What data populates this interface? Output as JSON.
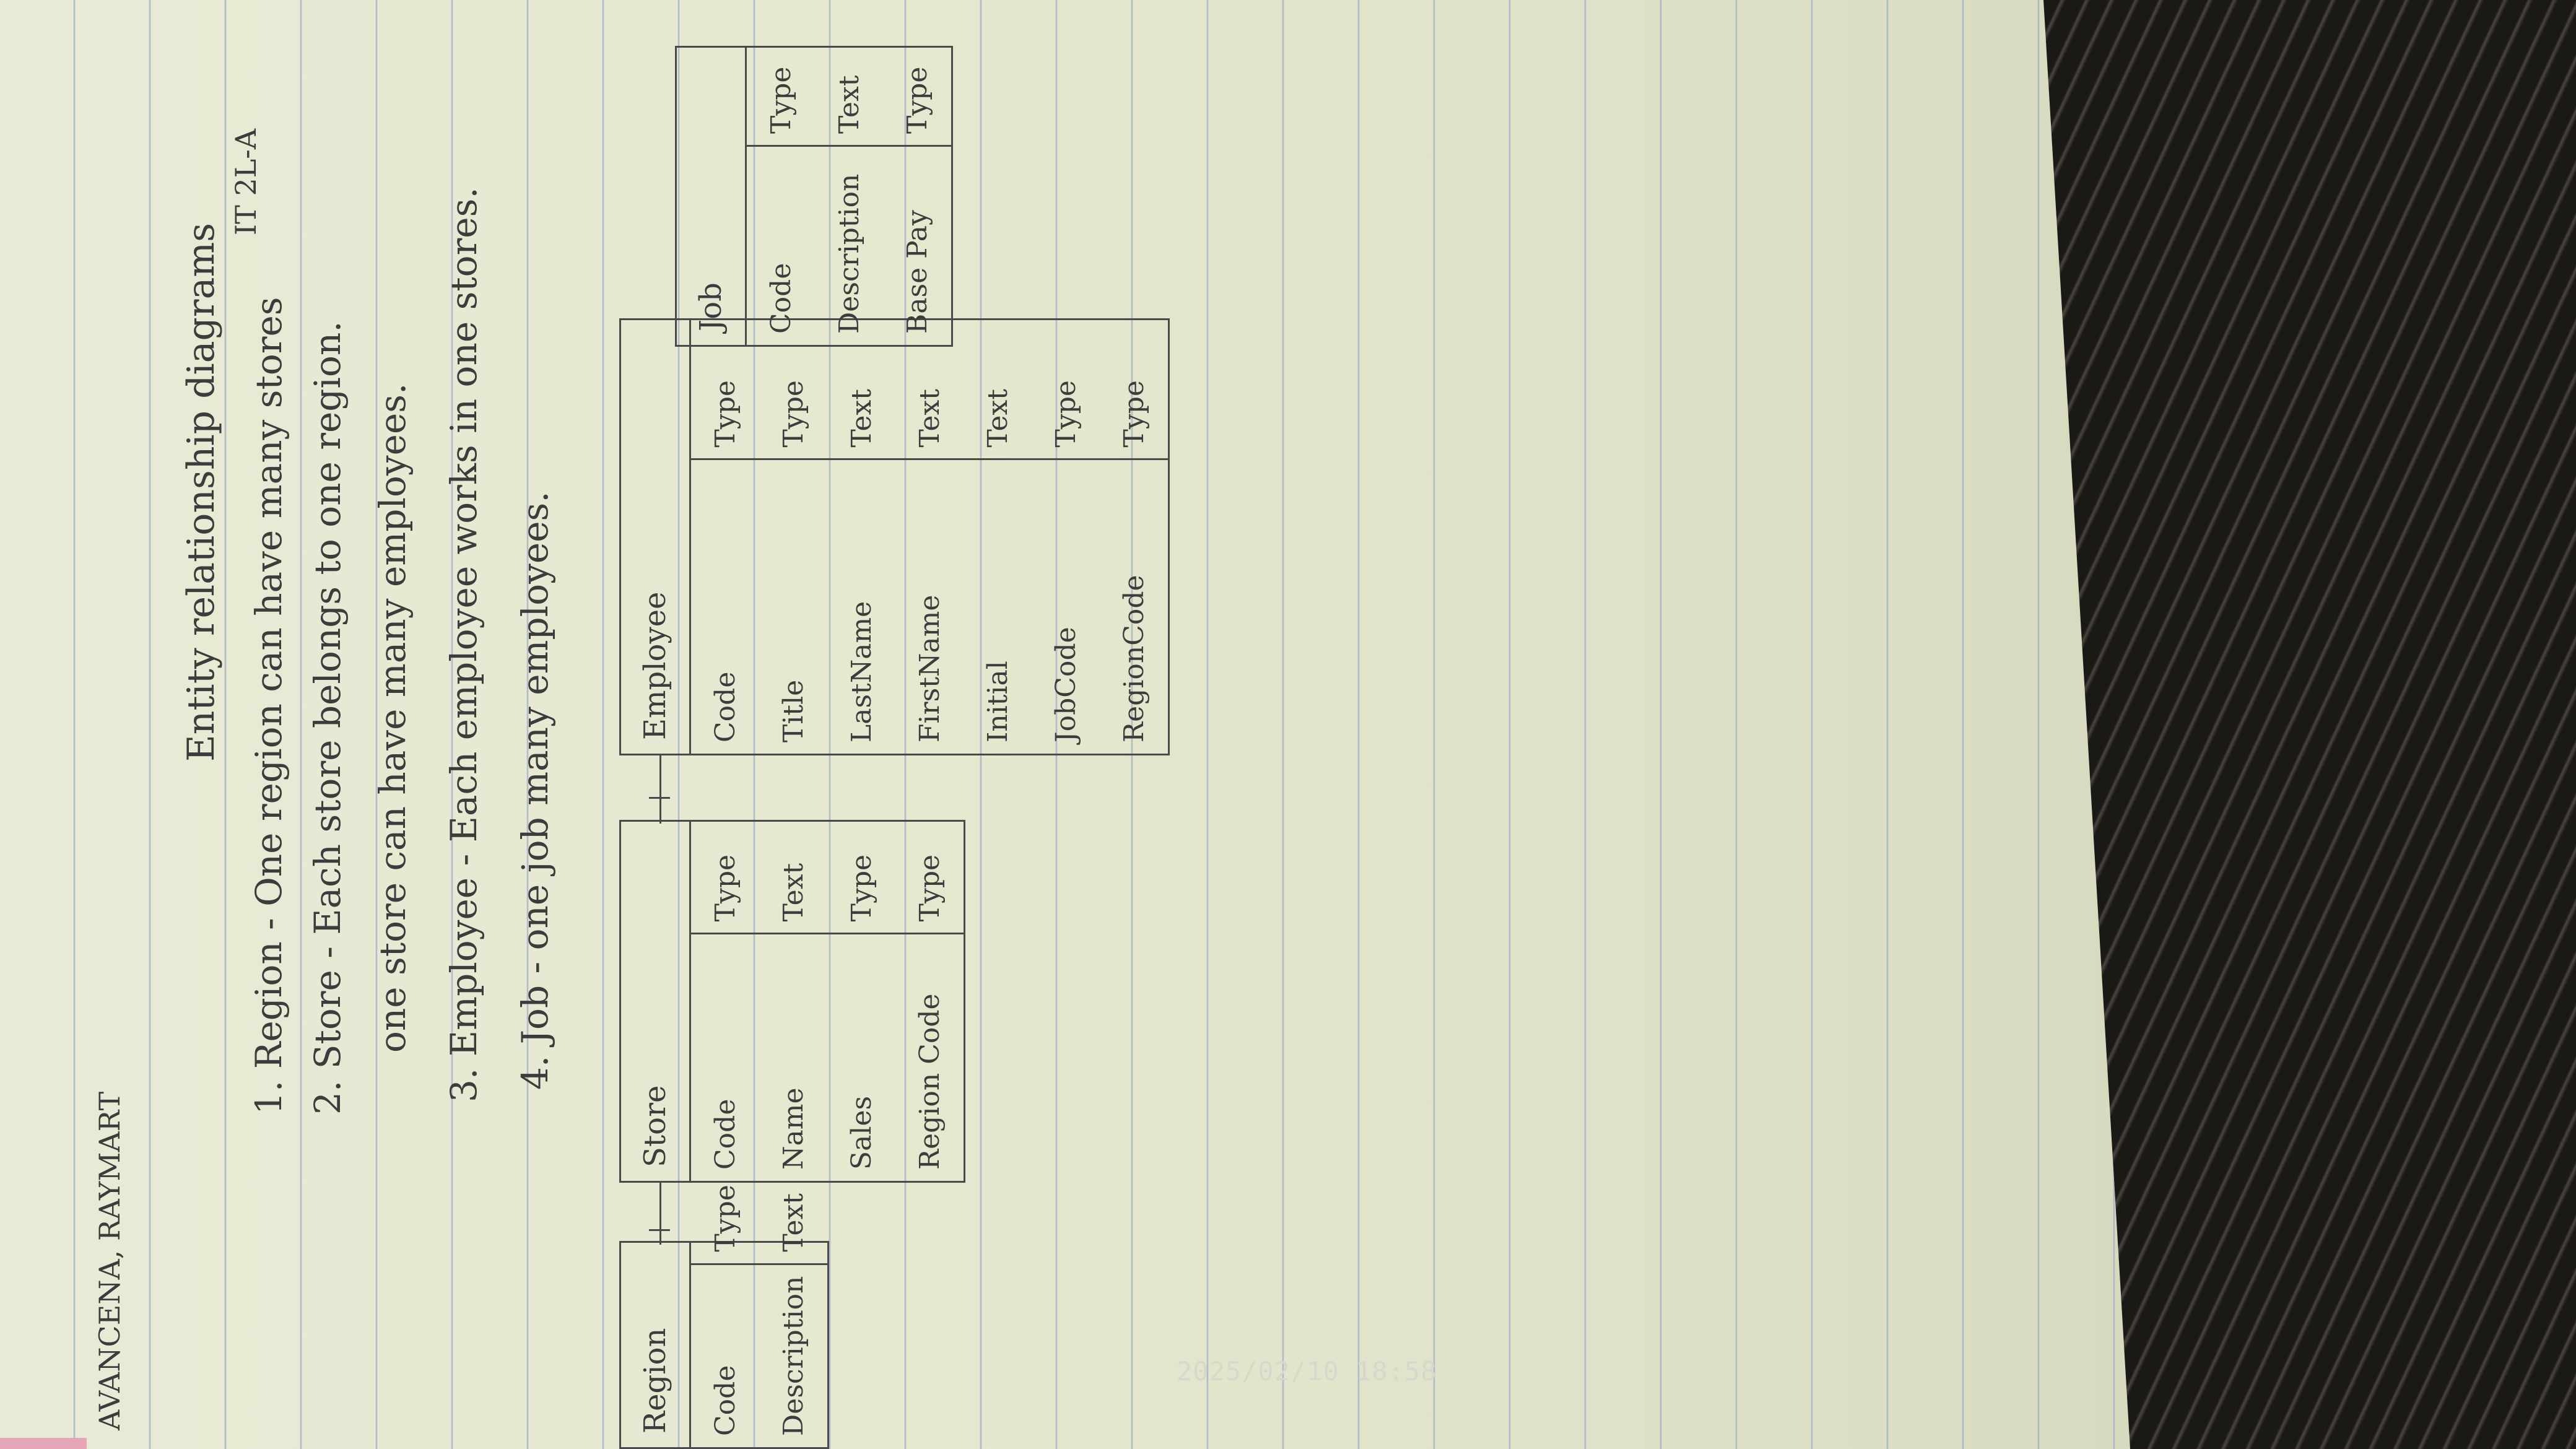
{
  "header": {
    "author": "AVANCENA, RAYMART",
    "section": "IT 2L-A"
  },
  "title": "Entity relationship diagrams",
  "rules": [
    {
      "number": "1.",
      "entity": "Region",
      "text": "- One region can have many stores"
    },
    {
      "number": "2.",
      "entity": "Store",
      "text": "- Each store belongs to one region."
    },
    {
      "number": "",
      "entity": "",
      "text": "one store can have many employees."
    },
    {
      "number": "3.",
      "entity": "Employee",
      "text": "- Each employee works in one stores."
    },
    {
      "number": "4.",
      "entity": "Job",
      "text": "- one job many employees."
    }
  ],
  "entities": {
    "region": {
      "name": "Region",
      "rows": [
        [
          "Code",
          "Type"
        ],
        [
          "Description",
          "Text"
        ]
      ]
    },
    "store": {
      "name": "Store",
      "rows": [
        [
          "Code",
          "Type"
        ],
        [
          "Name",
          "Text"
        ],
        [
          "Sales",
          "Type"
        ],
        [
          "Region Code",
          "Type"
        ]
      ]
    },
    "employee": {
      "name": "Employee",
      "rows": [
        [
          "Code",
          "Type"
        ],
        [
          "Title",
          "Type"
        ],
        [
          "LastName",
          "Text"
        ],
        [
          "FirstName",
          "Text"
        ],
        [
          "Initial",
          "Text"
        ],
        [
          "JobCode",
          "Type"
        ],
        [
          "RegionCode",
          "Type"
        ]
      ]
    },
    "job": {
      "name": "Job",
      "rows": [
        [
          "Code",
          "Type"
        ],
        [
          "Description",
          "Text"
        ],
        [
          "Base Pay",
          "Type"
        ]
      ]
    }
  },
  "timestamp": "2025/02/10 18:58",
  "colors": {
    "paper": "#e6e8d0",
    "ink": "#3c3c3c",
    "rule_lines": "#9fb0c4",
    "background": "#1b1916"
  }
}
